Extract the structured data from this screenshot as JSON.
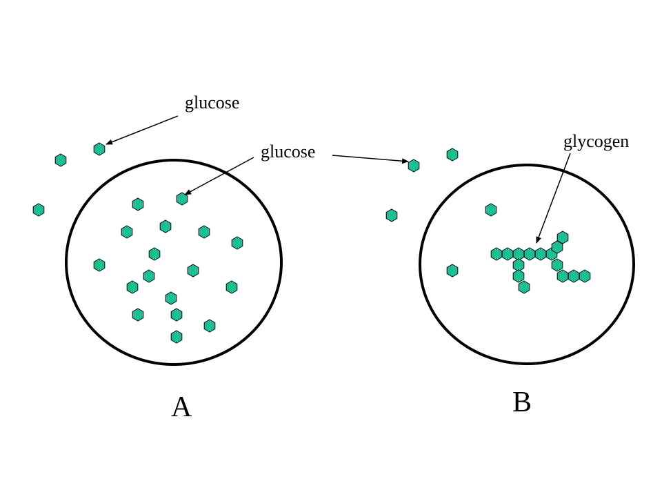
{
  "labels": {
    "glucose_outside": "glucose",
    "glucose_inside": "glucose",
    "glycogen": "glycogen",
    "cell_a": "A",
    "cell_b": "B"
  },
  "colors": {
    "molecule_fill": "#1dbf95",
    "molecule_stroke": "#000000",
    "outline": "#000000",
    "background": "#ffffff"
  }
}
